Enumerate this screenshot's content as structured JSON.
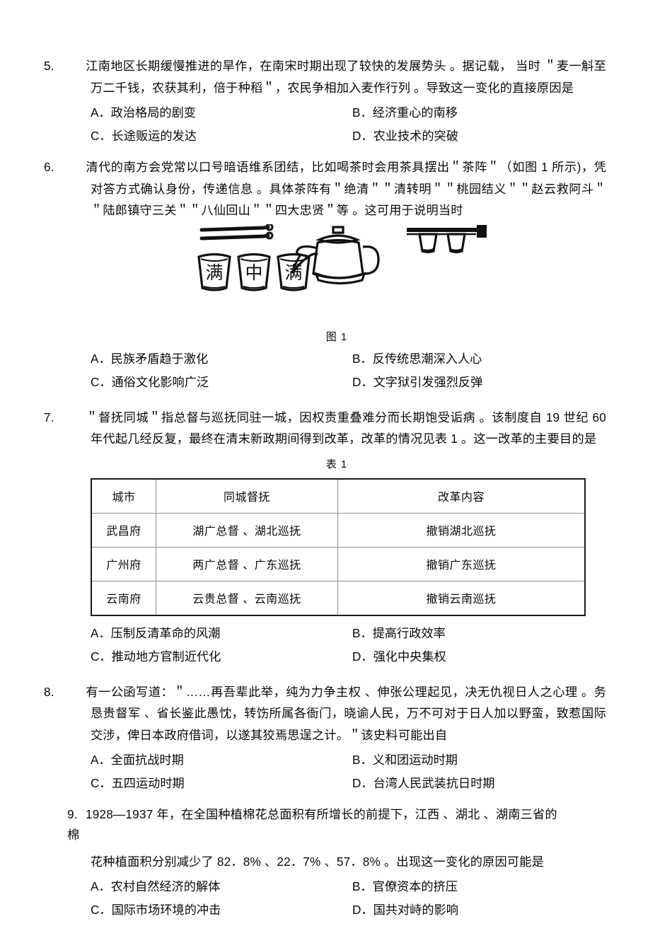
{
  "questions": [
    {
      "number": "5.",
      "stem": "江南地区长期缓慢推进的旱作，在南宋时期出现了较快的发展势头 。据记载， 当时 ＂麦一斛至万二千钱，农获其利，倍于种稻＂，农民争相加入麦作行列 。导致这一变化的直接原因是",
      "options": {
        "a": "A．政治格局的剧变",
        "b": "B．经济重心的南移",
        "c": "C．长途贩运的发达",
        "d": "D．农业技术的突破"
      }
    },
    {
      "number": "6.",
      "stem": "清代的南方会党常以口号暗语维系团结，比如喝茶时会用茶具摆出＂茶阵＂（如图 1 所示)，凭对答方式确认身份，传递信息 。具体茶阵有＂绝清＂＂清转明＂＂桃园结义＂＂赵云救阿斗＂＂陆郎镇守三关＂＂八仙回山＂＂四大忠贤＂等 。这可用于说明当时",
      "figure_caption": "图 1",
      "figure_cup_labels": [
        "满",
        "中",
        "满"
      ],
      "options": {
        "a": "A．民族矛盾趋于激化",
        "b": "B．反传统思潮深入人心",
        "c": "C．通俗文化影响广泛",
        "d": "D．文字狱引发强烈反弹"
      }
    },
    {
      "number": "7.",
      "stem": "＂督抚同城＂指总督与巡抚同驻一城，因权责重叠难分而长期饱受诟病 。该制度自 19 世纪 60 年代起几经反复，最终在清末新政期间得到改革，改革的情况见表 1 。这一改革的主要目的是",
      "table_caption": "表 1",
      "table": {
        "headers": [
          "城市",
          "同城督抚",
          "改革内容"
        ],
        "rows": [
          [
            "武昌府",
            "湖广总督 、湖北巡抚",
            "撤销湖北巡抚"
          ],
          [
            "广州府",
            "两广总督 、广东巡抚",
            "撤销广东巡抚"
          ],
          [
            "云南府",
            "云贵总督 、云南巡抚",
            "撤销云南巡抚"
          ]
        ]
      },
      "options": {
        "a": "A．压制反清革命的风潮",
        "b": "B．提高行政效率",
        "c": "C．推动地方官制近代化",
        "d": "D．强化中央集权"
      }
    },
    {
      "number": "8.",
      "stem": "有一公函写道：＂……再吾辈此举，纯为力争主权 、伸张公理起见，决无仇视日人之心理 。务恳贵督军 、省长鉴此愚忱，转饬所属各衙门，晓谕人民，万不可对于日人加以野蛮，致惹国际交涉，俾日本政府借词，以遂其狡焉思逞之计。＂该史料可能出自",
      "options": {
        "a": "A．全面抗战时期",
        "b": "B．义和团运动时期",
        "c": "C．五四运动时期",
        "d": "D．台湾人民武装抗日时期"
      }
    },
    {
      "number": "9.",
      "stem_line1": "1928—1937 年，在全国种植棉花总面积有所增长的前提下，江西 、湖北 、湖南三省的",
      "stem_line2": "棉",
      "stem_line3": "花种植面积分别减少了 82．8% 、22．7% 、57．8% 。出现这一变化的原因可能是",
      "options": {
        "a": "A．农村自然经济的解体",
        "b": "B．官僚资本的挤压",
        "c": "C．国际市场环境的冲击",
        "d": "D．国共对峙的影响"
      }
    }
  ]
}
